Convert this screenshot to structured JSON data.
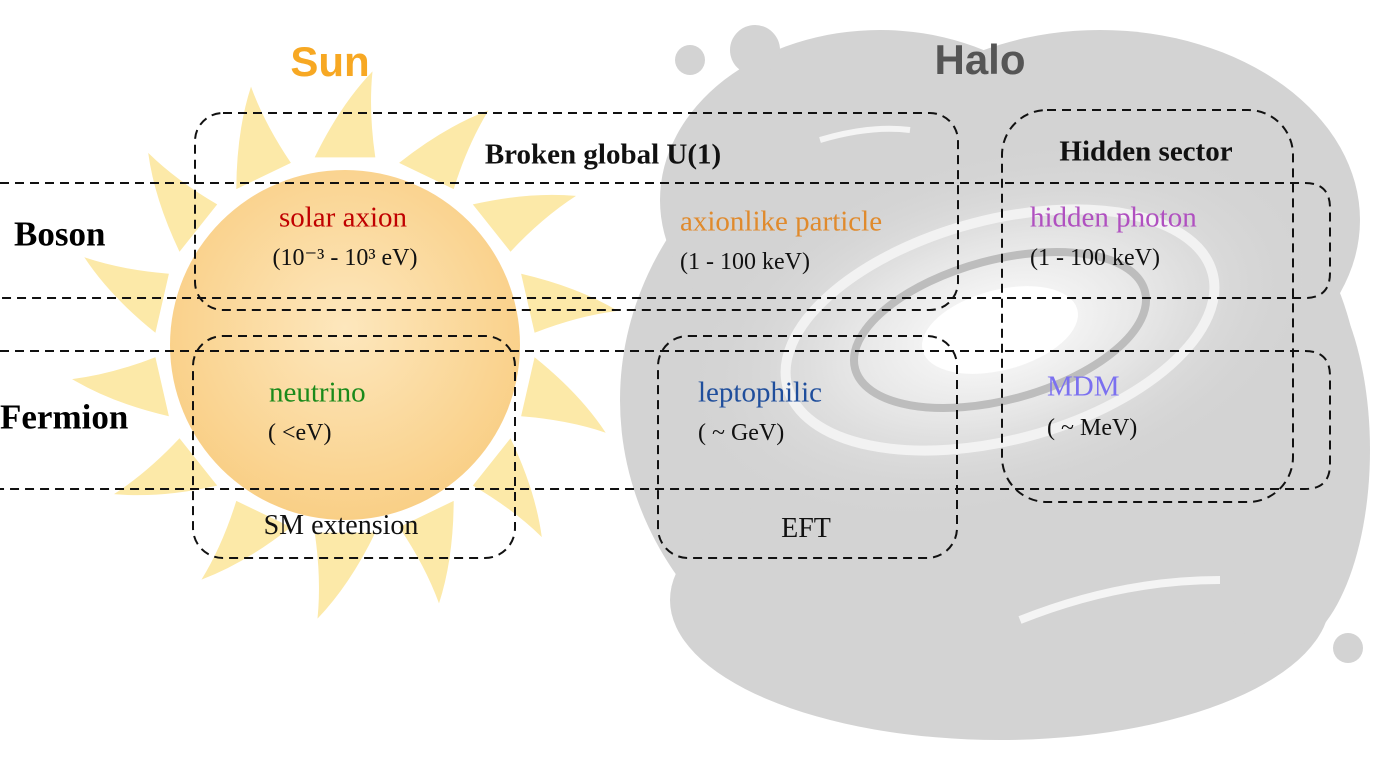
{
  "headers": {
    "sun": "Sun",
    "halo": "Halo"
  },
  "rows": {
    "boson": "Boson",
    "fermion": "Fermion"
  },
  "groups": {
    "broken_u1": "Broken global U(1)",
    "hidden_sector": "Hidden sector",
    "sm_extension": "SM extension",
    "eft": "EFT"
  },
  "candidates": {
    "solar_axion": {
      "name": "solar axion",
      "range": "(10⁻³ - 10³ eV)",
      "color": "#c00000"
    },
    "alp": {
      "name": "axionlike particle",
      "range": "(1 - 100 keV)",
      "color": "#e08a2c"
    },
    "hidden_photon": {
      "name": "hidden photon",
      "range": "(1 - 100 keV)",
      "color": "#b050c0"
    },
    "neutrino": {
      "name": "neutrino",
      "range": "( <eV)",
      "color": "#1a8a1a"
    },
    "leptophilic": {
      "name": "leptophilic",
      "range": "( ~ GeV)",
      "color": "#1f4e9c"
    },
    "mdm": {
      "name": "MDM",
      "range": "( ~ MeV)",
      "color": "#7b70f0"
    }
  },
  "colors": {
    "sun_title": "#f7a823",
    "halo_title": "#555555",
    "halo_fill": "#d3d3d3"
  }
}
